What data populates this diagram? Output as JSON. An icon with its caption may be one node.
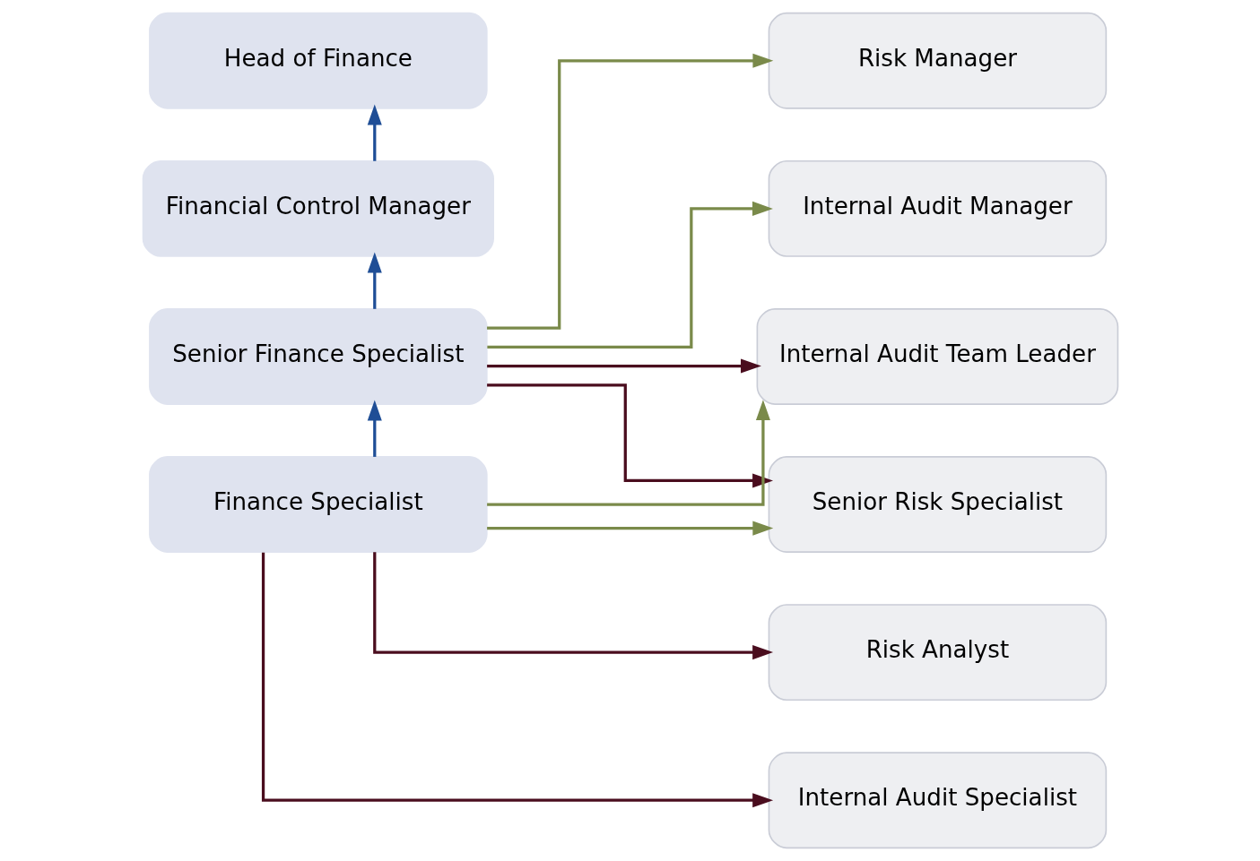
{
  "diagram": {
    "nodes": [
      {
        "text": [
          "Head of Finance"
        ]
      },
      {
        "text": [
          "Financial Control Manager"
        ]
      },
      {
        "text": [
          "Senior Finance Specialist"
        ]
      },
      {
        "text": [
          "Finance Specialist"
        ]
      },
      {
        "text": [
          "Risk Manager"
        ]
      },
      {
        "text": [
          "Internal Audit Manager"
        ]
      },
      {
        "text": [
          "Internal Audit Team Leader"
        ]
      },
      {
        "text": [
          "Senior Risk Specialist"
        ]
      },
      {
        "text": [
          "Risk Analyst"
        ]
      },
      {
        "text": [
          "Internal Audit Specialist"
        ]
      }
    ],
    "edges": [
      {
        "from": 1,
        "to": 0,
        "arrow": "to",
        "color": "#1f4e96"
      },
      {
        "from": 2,
        "to": 1,
        "arrow": "to",
        "color": "#1f4e96"
      },
      {
        "from": 3,
        "to": 2,
        "arrow": "to",
        "color": "#1f4e96"
      },
      {
        "from": 2,
        "to": 4,
        "arrow": "to",
        "color": "#7a8a4a"
      },
      {
        "from": 2,
        "to": 5,
        "arrow": "to",
        "color": "#7a8a4a"
      },
      {
        "from": 2,
        "to": 6,
        "arrow": "to",
        "color": "#4a0d1e"
      },
      {
        "from": 2,
        "to": 7,
        "arrow": "to",
        "color": "#4a0d1e"
      },
      {
        "from": 3,
        "to": 6,
        "arrow": "to",
        "color": "#7a8a4a"
      },
      {
        "from": 3,
        "to": 7,
        "arrow": "to",
        "color": "#7a8a4a"
      },
      {
        "from": 3,
        "to": 8,
        "arrow": "to",
        "color": "#4a0d1e"
      },
      {
        "from": 3,
        "to": 9,
        "arrow": "to",
        "color": "#4a0d1e"
      }
    ]
  }
}
